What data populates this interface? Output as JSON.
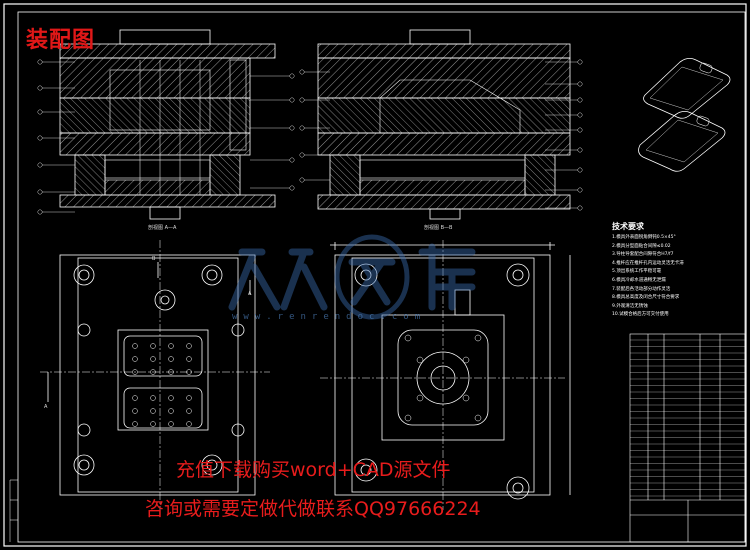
{
  "drawing": {
    "title": "装配图",
    "section_a_label": "剖视图 A—A",
    "section_b_label": "剖视图 B—B",
    "arrow_label_a": "A",
    "arrow_label_b": "B"
  },
  "technical_requirements": {
    "title": "技术要求",
    "lines": [
      "1.模具外表面锐角倒钝0.5×45°",
      "2.模具分型面贴合间隙≤0.02",
      "3.导柱导套配合间隙符合H7/f7",
      "4.推杆应在推杆孔内运动灵活无卡滞",
      "5.顶出系统工作平稳可靠",
      "6.模具冷却水道通畅无泄漏",
      "7.装配后各活动部分动作灵活",
      "8.模具总高度及闭合尺寸符合要求",
      "9.外观清洁无锈蚀",
      "10.试模合格后方可交付使用"
    ]
  },
  "promo": {
    "line1": "充值下载购买word+CAD源文件",
    "line2": "咨询或需要定做代做联系QQ97666224"
  },
  "watermark": {
    "url": "www.renrendoc.com"
  },
  "colors": {
    "background": "#000000",
    "line": "#ffffff",
    "accent": "#e01818",
    "watermark": "#4a7bb5"
  }
}
